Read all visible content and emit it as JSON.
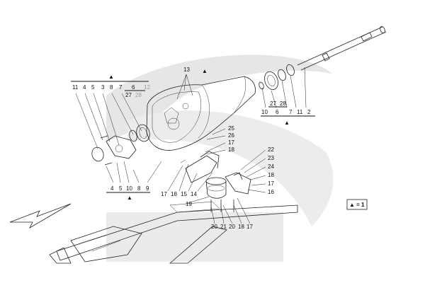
{
  "labels": {
    "top_group_left": [
      "11",
      "4",
      "5",
      "3",
      "8",
      "7",
      "6",
      "12"
    ],
    "top_group_left_sub": [
      "27",
      "28"
    ],
    "bottom_group_left": [
      "4",
      "5",
      "10",
      "8",
      "9"
    ],
    "housing": "13",
    "right_group": [
      "10",
      "6",
      "7",
      "11",
      "2"
    ],
    "right_group_sub": [
      "27",
      "28"
    ],
    "housing_side": [
      "25",
      "26",
      "17",
      "18"
    ],
    "mount_left": [
      "17",
      "18",
      "15",
      "14"
    ],
    "mount_right": [
      "22",
      "23",
      "24",
      "18",
      "17",
      "16"
    ],
    "stud": "19",
    "bottom_row": [
      "20",
      "21",
      "20",
      "18",
      "17"
    ]
  },
  "legend": {
    "symbol": "▲",
    "text": "▲ = 1"
  },
  "markers": {
    "triangle": "▲"
  }
}
